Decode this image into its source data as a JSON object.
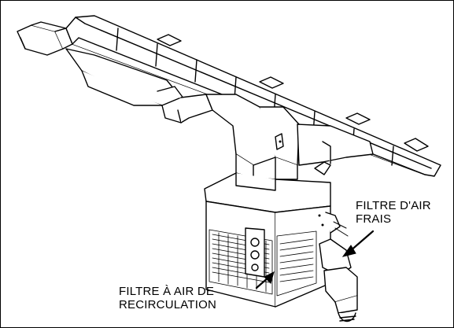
{
  "labels": {
    "fresh_air_filter": {
      "line1": "FILTRE D'AIR",
      "line2": "FRAIS"
    },
    "recirc_air_filter": {
      "line1": "FILTRE À AIR DE",
      "line2": "RECIRCULATION"
    }
  },
  "colors": {
    "ink": "#000000",
    "paper": "#ffffff"
  }
}
